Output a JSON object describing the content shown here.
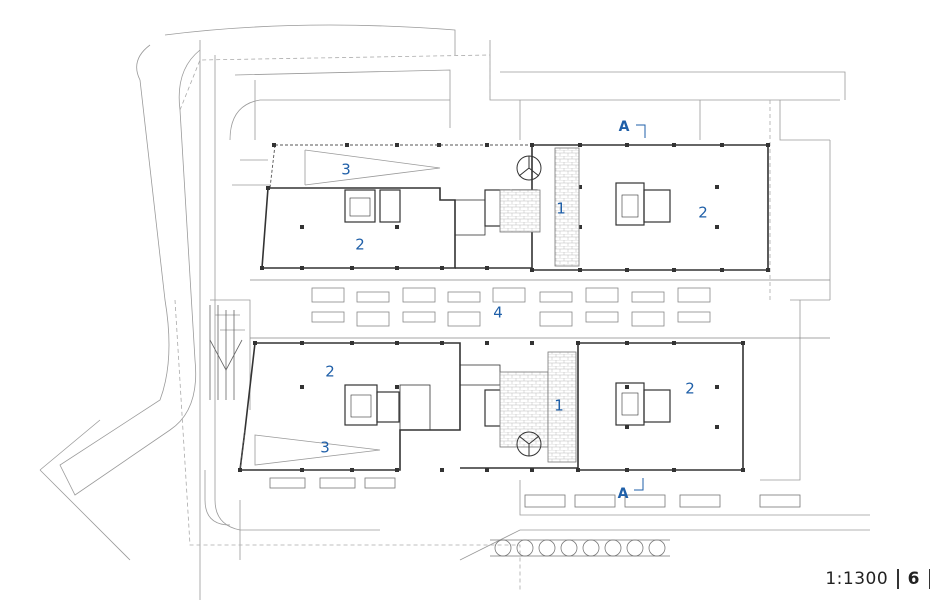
{
  "colors": {
    "line": "#3a3a3a",
    "thin": "#9a9a9a",
    "label": "#1f5fa8",
    "hatch": "#bdbdbd"
  },
  "labels": {
    "core_label": "1",
    "office_label": "2",
    "terrace_label": "3",
    "street_label": "4"
  },
  "section_mark": "A",
  "footer": {
    "scale": "1:1300",
    "page": "6"
  }
}
